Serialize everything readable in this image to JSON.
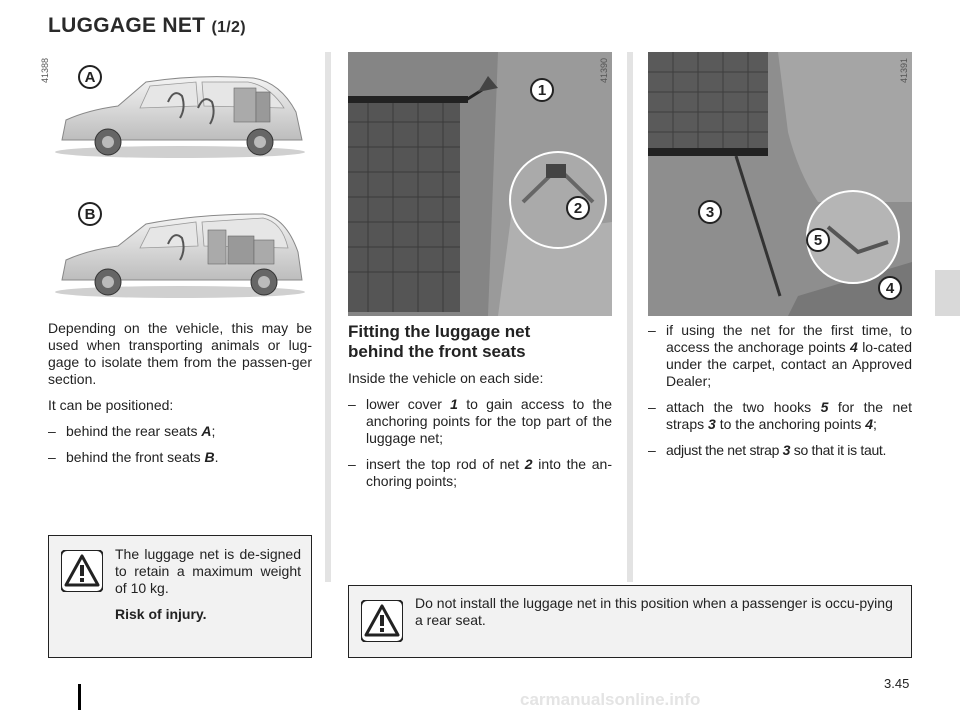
{
  "header": {
    "title": "LUGGAGE NET",
    "title_part": "(1/2)"
  },
  "figures": {
    "left": {
      "code_a": "41388",
      "label_a": "A",
      "label_b": "B"
    },
    "middle": {
      "code": "41390",
      "callout_1": "1",
      "callout_2": "2"
    },
    "right": {
      "code": "41391",
      "callout_3": "3",
      "callout_4": "4",
      "callout_5": "5"
    }
  },
  "col1": {
    "intro": "Depending on the vehicle, this may be used when transporting animals or lug-gage to isolate them from the passen-ger section.",
    "positioned": "It can be positioned:",
    "item1_text": "behind the rear seats ",
    "item1_ref": "A",
    "item1_end": ";",
    "item2_text": "behind the front seats ",
    "item2_ref": "B",
    "item2_end": ".",
    "warn_text": "The luggage net is de-signed to retain a maximum weight of 10 kg.",
    "warn_bold": "Risk of injury."
  },
  "col2": {
    "heading": "Fitting the luggage net behind the front seats",
    "inside": "Inside the vehicle on each side:",
    "step1_a": "lower cover ",
    "step1_ref": "1",
    "step1_b": " to gain access to the anchoring points for the top part of the luggage net;",
    "step2_a": "insert the top rod of net ",
    "step2_ref": "2",
    "step2_b": " into the an-choring points;"
  },
  "col3": {
    "step3_a": "if using the net for the first time, to access the anchorage points ",
    "step3_ref": "4",
    "step3_b": " lo-cated under the carpet, contact an Approved Dealer;",
    "step4_a": "attach the two hooks ",
    "step4_ref1": "5",
    "step4_b": " for the net straps ",
    "step4_ref2": "3",
    "step4_c": " to the anchoring points ",
    "step4_ref3": "4",
    "step4_d": ";",
    "step5_a": "adjust the net strap ",
    "step5_ref": "3",
    "step5_b": " so that it is taut."
  },
  "bottom_warning": "Do not install the luggage net in this position when a passenger is occu-pying a rear seat.",
  "footer": {
    "page": "3.45",
    "watermark": "carmanualsonline.info"
  },
  "colors": {
    "tab": "#d9d9d9",
    "gutter": "#e3e3e3",
    "warn_bg": "#f2f2f2"
  }
}
